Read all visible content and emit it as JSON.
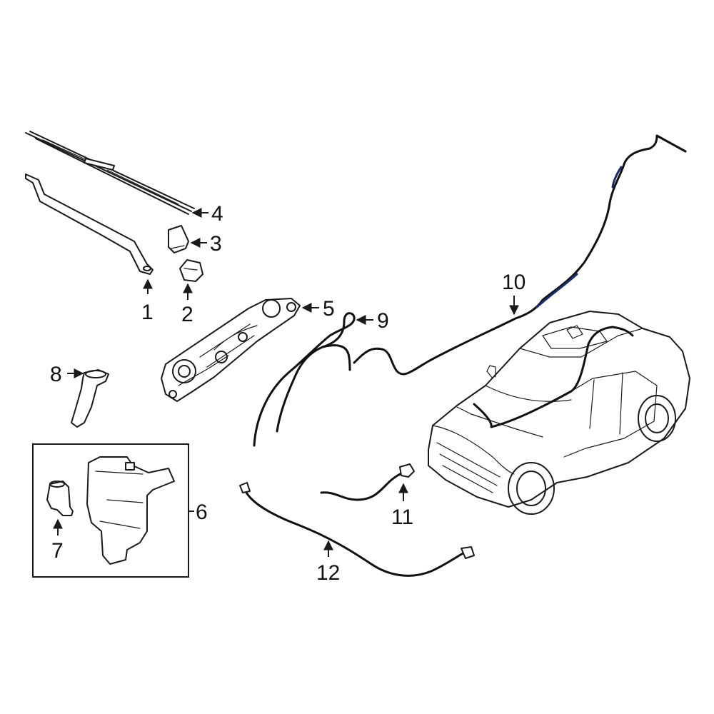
{
  "callouts": {
    "c1": "1",
    "c2": "2",
    "c3": "3",
    "c4": "4",
    "c5": "5",
    "c6": "6",
    "c7": "7",
    "c8": "8",
    "c9": "9",
    "c10": "10",
    "c11": "11",
    "c12": "12"
  },
  "colors": {
    "line": "#1a1a1a",
    "hose_highlight": "#1c2d6b",
    "background": "#ffffff"
  }
}
